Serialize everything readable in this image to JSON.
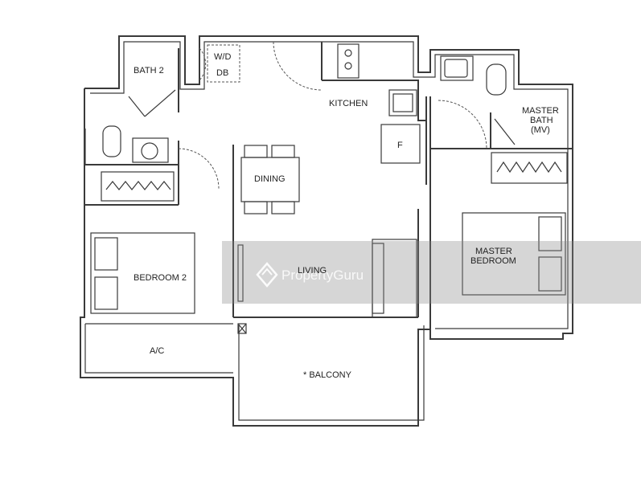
{
  "rooms": {
    "bath2": "BATH 2",
    "wd": "W/D",
    "db": "DB",
    "kitchen": "KITCHEN",
    "fridge": "F",
    "master_bath_1": "MASTER",
    "master_bath_2": "BATH",
    "master_bath_3": "(MV)",
    "dining": "DINING",
    "living": "LIVING",
    "master_bedroom_1": "MASTER",
    "master_bedroom_2": "BEDROOM",
    "bedroom2": "BEDROOM 2",
    "ac": "A/C",
    "balcony": "* BALCONY"
  },
  "watermark": {
    "brand": "PropertyGuru"
  }
}
